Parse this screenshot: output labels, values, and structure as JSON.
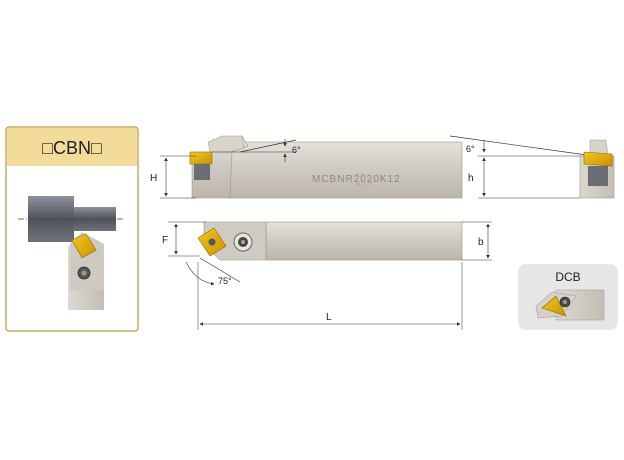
{
  "legend_box": {
    "title": "□CBN□"
  },
  "dims": {
    "H": "H",
    "h": "h",
    "F": "F",
    "b": "b",
    "L": "L",
    "angle_left": "6°",
    "angle_right": "6°",
    "angle_75": "75°"
  },
  "engraving": {
    "text": "MCBNR2020K12"
  },
  "insert_panel": {
    "label": "DCB"
  },
  "colors": {
    "title_band": "#f3dc9a",
    "frame": "#c6a866",
    "insert_gold": "#d9a400",
    "body_grey": "#c7c2b8",
    "dim_line": "#e0508a"
  }
}
